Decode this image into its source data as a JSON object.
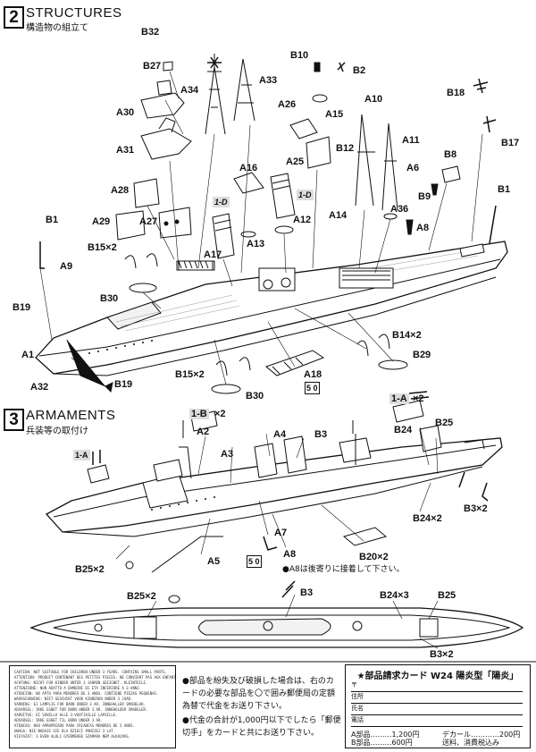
{
  "section2": {
    "number": "2",
    "title": "STRUCTURES",
    "subtitle": "構造物の組立て"
  },
  "section3": {
    "number": "3",
    "title": "ARMAMENTS",
    "subtitle": "兵装等の取付け"
  },
  "s2_labels": {
    "B32": "B32",
    "B27": "B27",
    "A34": "A34",
    "A33": "A33",
    "B10": "B10",
    "B2": "B2",
    "A30": "A30",
    "A26": "A26",
    "A15": "A15",
    "A10": "A10",
    "B18": "B18",
    "A31": "A31",
    "A11": "A11",
    "B12": "B12",
    "A25": "A25",
    "A6": "A6",
    "B8": "B8",
    "B17": "B17",
    "A16": "A16",
    "A28": "A28",
    "B9": "B9",
    "B1r": "B1",
    "A14": "A14",
    "A36": "A36",
    "A29": "A29",
    "A27": "A27",
    "A12": "A12",
    "A8": "A8",
    "B1l": "B1",
    "A13": "A13",
    "B15a": "B15×2",
    "A17": "A17",
    "A9": "A9",
    "B30a": "B30",
    "B19a": "B19",
    "B14": "B14×2",
    "A1": "A1",
    "B29": "B29",
    "A18": "A18",
    "B15b": "B15×2",
    "A32": "A32",
    "B19b": "B19",
    "B30b": "B30",
    "badge_A18": "5 0",
    "stamp1": "1-D",
    "stamp2": "1-D"
  },
  "s3_labels": {
    "callout_1B": "1-B",
    "x2a": "×2",
    "callout_1A": "1-A",
    "x2b": "×2",
    "A2": "A2",
    "A4": "A4",
    "B3a": "B3",
    "B25a": "B25",
    "B24": "B24",
    "A3": "A3",
    "callout_1A_left": "1-A",
    "A7": "A7",
    "A8": "A8",
    "A5": "A5",
    "badge_A8": "5 0",
    "B24x2": "B24×2",
    "B3x2a": "B3×2",
    "B25x2a": "B25×2",
    "B20": "B20×2",
    "note_A8": "●A8は後寄りに接着して下さい。",
    "B25x2b": "B25×2",
    "B3b": "B3",
    "B24x3": "B24×3",
    "B25b": "B25",
    "B3x2b": "B3×2"
  },
  "notes": {
    "line1": "●部品を紛失及び破損した場合は、右のカードの必要な部品を〇で囲み郵便局の定額為替で代金をお送り下さい。",
    "line2": "●代金の合計が1,000円以下でしたら「郵便切手」をカードと共にお送り下さい。"
  },
  "order_card": {
    "title": "★部品請求カード W24 陽炎型「陽炎」",
    "zip": "〒",
    "address": "住所",
    "name": "氏名",
    "phone": "電話",
    "a_parts": "A部品………1,200円",
    "b_parts": "B部品………600円",
    "decal": "デカール…………200円",
    "shipping": "送料、消費税込み"
  },
  "warning_lines": [
    "CAUTION: NOT SUITABLE FOR CHILDREN UNDER 3 YEARS. CONTAINS SMALL PARTS.",
    "ATTENTION: PRODUIT CONTENANT DES PETITES PIECES. NE CONVIENT PAS AUX ENFANTS DE MOINS DE 3 ANS.",
    "ACHTUNG: NICHT FUR KINDER UNTER 3 JAHREN GEEIGNET. KLEINTEILE.",
    "ATTENZIONE: NON ADATTO A BAMBINI DI ETA INFERIORE A 3 ANNI.",
    "ATENCION: NO APTO PARA MENORES DE 3 ANOS. CONTIENE PIEZAS PEQUENAS.",
    "WAARSCHUWING: NIET GESCHIKT VOOR KINDEREN ONDER 3 JAAR.",
    "VARNING: EJ LAMPLIG FOR BARN UNDER 3 AR. INNEHALLER SMADELAR.",
    "ADVARSEL: IKKE EGNET FOR BARN UNDER 3 AR. INNEHOLDER SMADELER.",
    "VAROITUS: EI SOVELLU ALLE 3-VUOTIAILLE LAPSILLE.",
    "ADVARSEL: IKKE EGNET TIL BORN UNDER 3 AR.",
    "ATENCAO: NAO APROPRIADO PARA CRIANCAS MENORES DE 3 ANOS.",
    "UWAGA: NIE NADAJE SIE DLA DZIECI PONIZEJ 3 LAT.",
    "VIGYAZAT: 3 EVEN ALULI GYERMEKEK SZAMARA NEM ALKALMAS."
  ]
}
